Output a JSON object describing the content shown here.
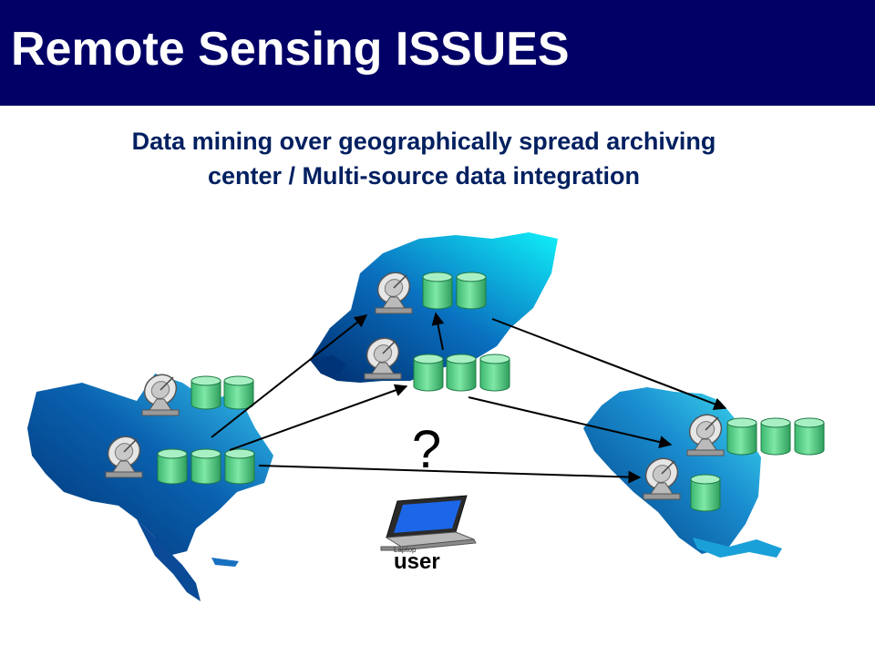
{
  "header": {
    "title": "Remote Sensing ISSUES"
  },
  "subtitle": {
    "line1": "Data mining over geographically spread archiving",
    "line2": "center / Multi-source data integration"
  },
  "diagram": {
    "question_mark": "?",
    "user_label": "user",
    "laptop_caption": "Laptop"
  },
  "colors": {
    "title_bg": "#000066",
    "subtitle_text": "#002060",
    "continent_light": "#00e0f0",
    "continent_dark": "#003880",
    "database": "#5ad68a"
  }
}
